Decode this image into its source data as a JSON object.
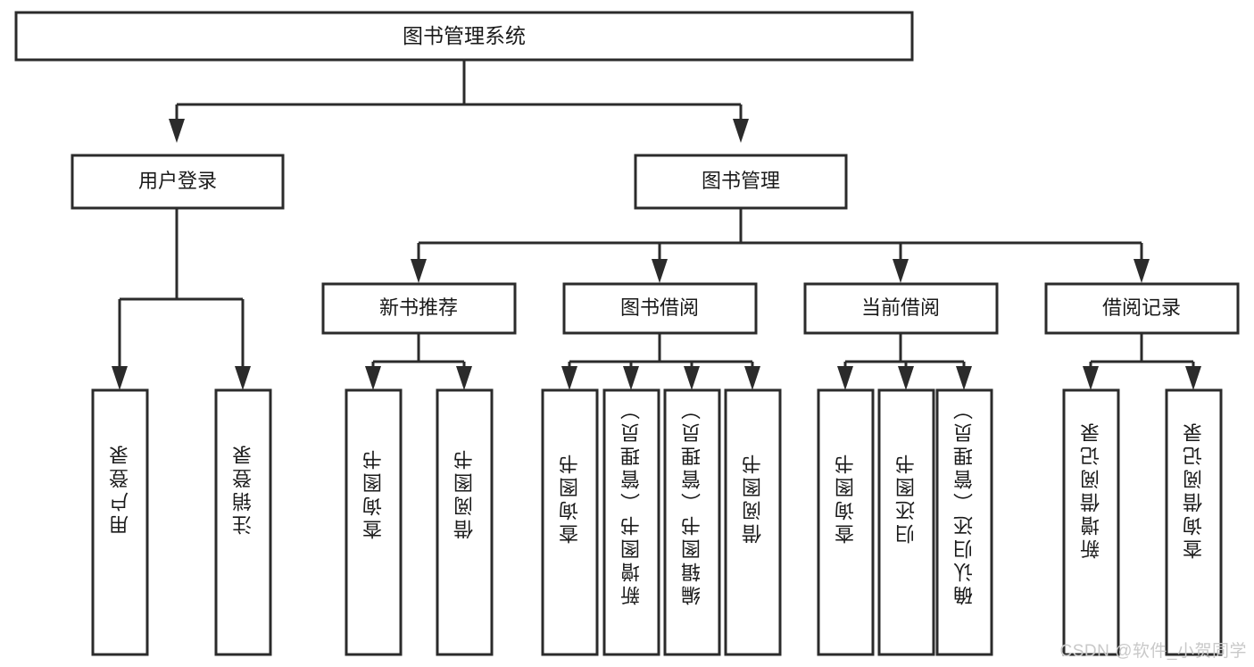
{
  "diagram": {
    "title": "图书管理系统",
    "type": "tree-hierarchy-chart",
    "watermark": "CSDN @软件_小贺同学",
    "colors": {
      "box_stroke": "#2b2b2b",
      "box_fill": "#ffffff",
      "text": "#1a1a1a",
      "background": "#ffffff",
      "watermark": "#c9c9c9"
    },
    "root": {
      "label": "图书管理系统"
    },
    "level1": [
      {
        "label": "用户登录"
      },
      {
        "label": "图书管理"
      }
    ],
    "level2": [
      {
        "label": "新书推荐"
      },
      {
        "label": "图书借阅"
      },
      {
        "label": "当前借阅"
      },
      {
        "label": "借阅记录"
      }
    ],
    "leaves": {
      "user_login": [
        {
          "label": "用户登录"
        },
        {
          "label": "注销登录"
        }
      ],
      "new_book_recommend": [
        {
          "label": "查询图书"
        },
        {
          "label": "借阅图书"
        }
      ],
      "book_borrow": [
        {
          "label": "查询图书"
        },
        {
          "label": "新增图书（管理员）"
        },
        {
          "label": "编辑图书（管理员）"
        },
        {
          "label": "借阅图书"
        }
      ],
      "current_borrow": [
        {
          "label": "查询图书"
        },
        {
          "label": "归还图书"
        },
        {
          "label": "确认归还（管理员）"
        }
      ],
      "borrow_record": [
        {
          "label": "新增借阅记录"
        },
        {
          "label": "查询借阅记录"
        }
      ]
    }
  }
}
